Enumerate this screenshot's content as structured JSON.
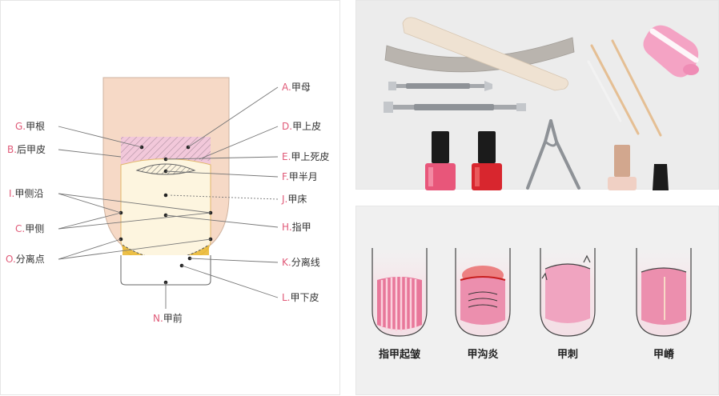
{
  "anatomy": {
    "labels_right": [
      {
        "key": "A.",
        "text": "甲母"
      },
      {
        "key": "D.",
        "text": "甲上皮"
      },
      {
        "key": "E.",
        "text": "甲上死皮"
      },
      {
        "key": "F.",
        "text": "甲半月"
      },
      {
        "key": "J.",
        "text": "甲床"
      },
      {
        "key": "H.",
        "text": "指甲"
      },
      {
        "key": "K.",
        "text": "分离线"
      },
      {
        "key": "L.",
        "text": "甲下皮"
      }
    ],
    "labels_left": [
      {
        "key": "G.",
        "text": "甲根"
      },
      {
        "key": "B.",
        "text": "后甲皮"
      },
      {
        "key": "I.",
        "text": "甲侧沿"
      },
      {
        "key": "C.",
        "text": "甲侧"
      },
      {
        "key": "O.",
        "text": "分离点"
      }
    ],
    "label_bottom": {
      "key": "N.",
      "text": "甲前"
    }
  },
  "disorders": [
    {
      "name": "指甲起皱"
    },
    {
      "name": "甲沟炎"
    },
    {
      "name": "甲刺"
    },
    {
      "name": "甲嵴"
    }
  ],
  "colors": {
    "key_accent": "#e05a78",
    "skin": "#f6d9c6",
    "nail_bed": "#fdf5df",
    "nail_pink": "#f2c8da",
    "nail_tip": "#e9b52c"
  }
}
